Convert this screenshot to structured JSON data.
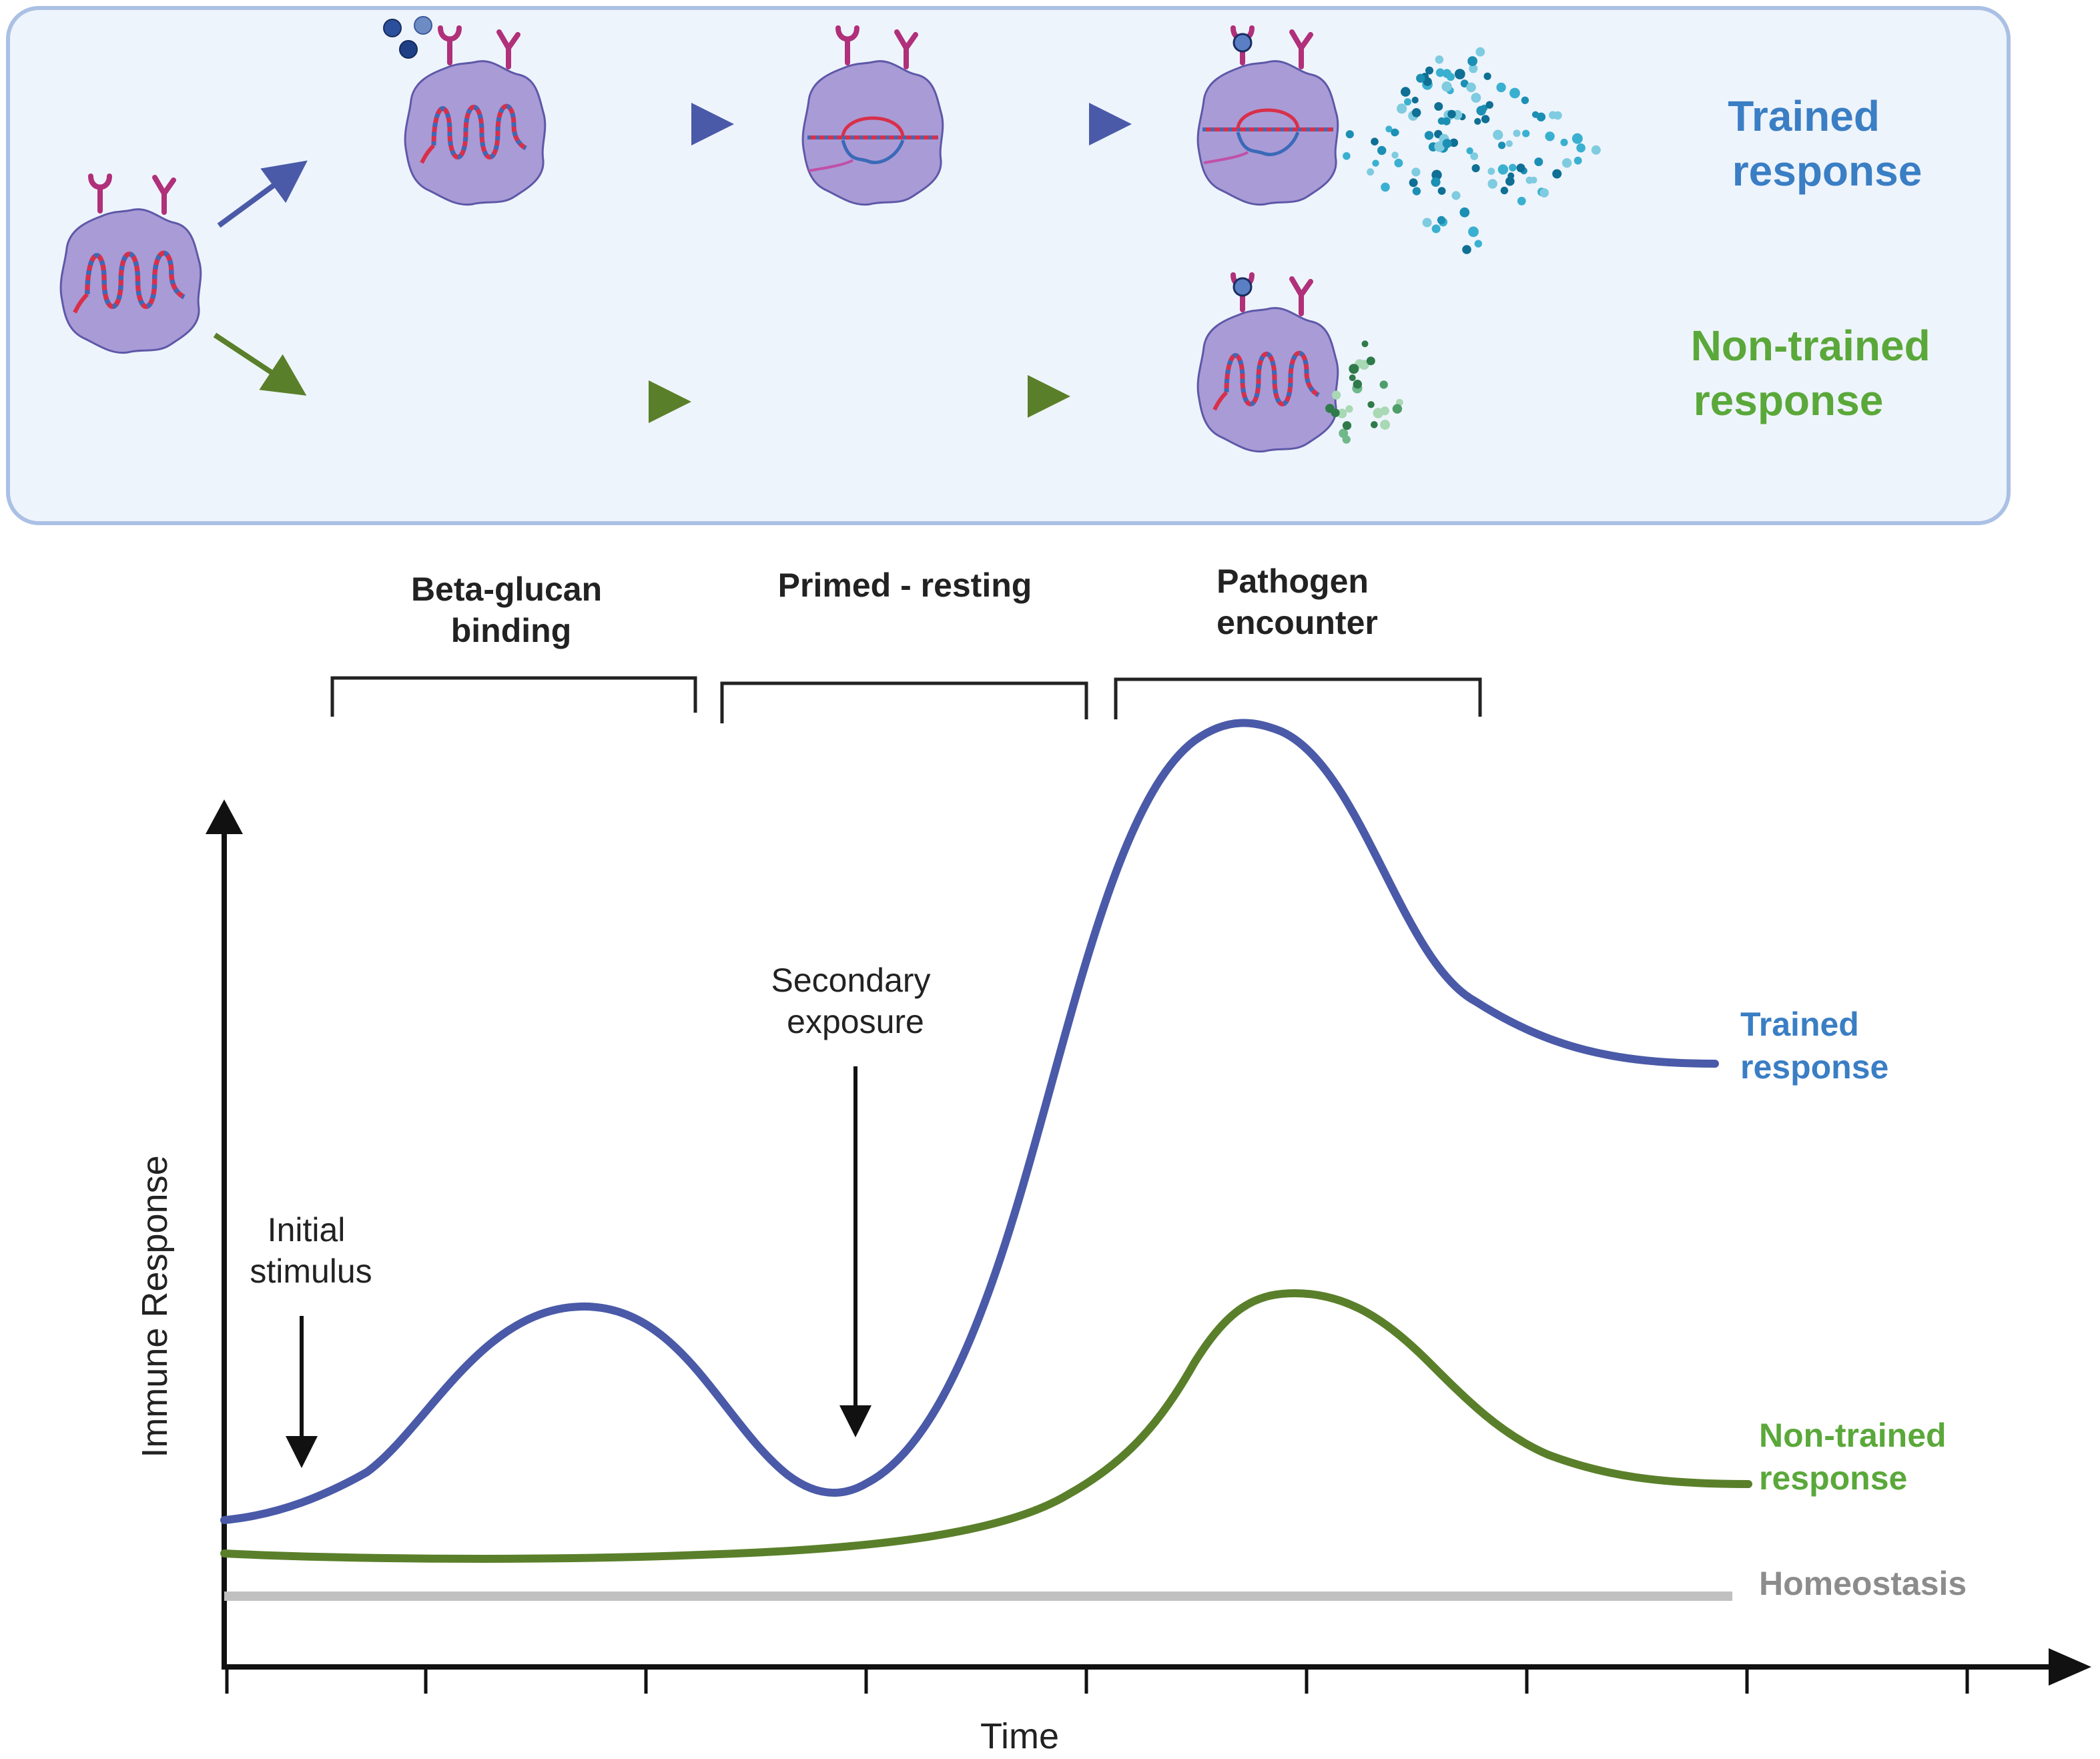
{
  "panel": {
    "trained_label": [
      "Trained",
      "response"
    ],
    "nontrained_label": [
      "Non-trained",
      "response"
    ]
  },
  "phases": [
    {
      "lines": [
        "Beta-glucan",
        "binding"
      ]
    },
    {
      "lines": [
        "Primed - resting"
      ]
    },
    {
      "lines": [
        "Pathogen",
        "encounter"
      ]
    }
  ],
  "annotations": {
    "initial": [
      "Initial",
      "stimulus"
    ],
    "secondary": [
      "Secondary",
      "exposure"
    ]
  },
  "axes": {
    "xlabel": "Time",
    "ylabel": "Immune Response"
  },
  "curves": {
    "trained": {
      "lines": [
        "Trained",
        "response"
      ],
      "color": "#4a5aa8"
    },
    "nontrained": {
      "lines": [
        "Non-trained",
        "response"
      ],
      "color": "#5a7f2a"
    },
    "homeostasis": {
      "label": "Homeostasis",
      "color": "#c0c0c0"
    }
  },
  "colors": {
    "trained_text": "#3a7ec4",
    "nontrained_text": "#5aa83a",
    "cell_fill": "#a99bd6",
    "receptor": "#b0307a",
    "panel_bg": "#eef4fc",
    "panel_border": "#aac0e4"
  }
}
